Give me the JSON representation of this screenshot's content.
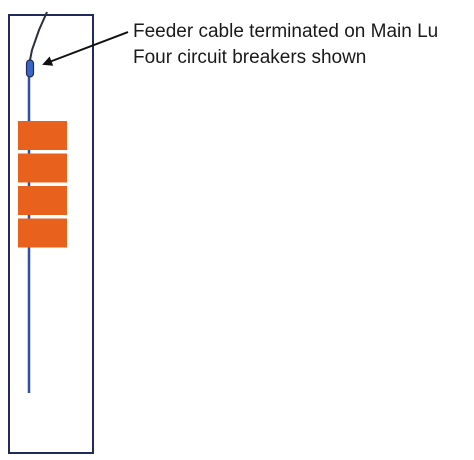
{
  "callout": {
    "line1": "Feeder cable terminated on Main Lu",
    "line2": "Four circuit breakers shown"
  },
  "breakers": {
    "count": 4
  },
  "colors": {
    "panel_border": "#1f2b5a",
    "bus_bar": "#2f4fa8",
    "feeder_cable": "#2b2f3a",
    "lug": "#3a66c8",
    "breaker": "#e8621d",
    "arrow": "#111111",
    "text": "#1a1a1a",
    "background": "#ffffff"
  }
}
